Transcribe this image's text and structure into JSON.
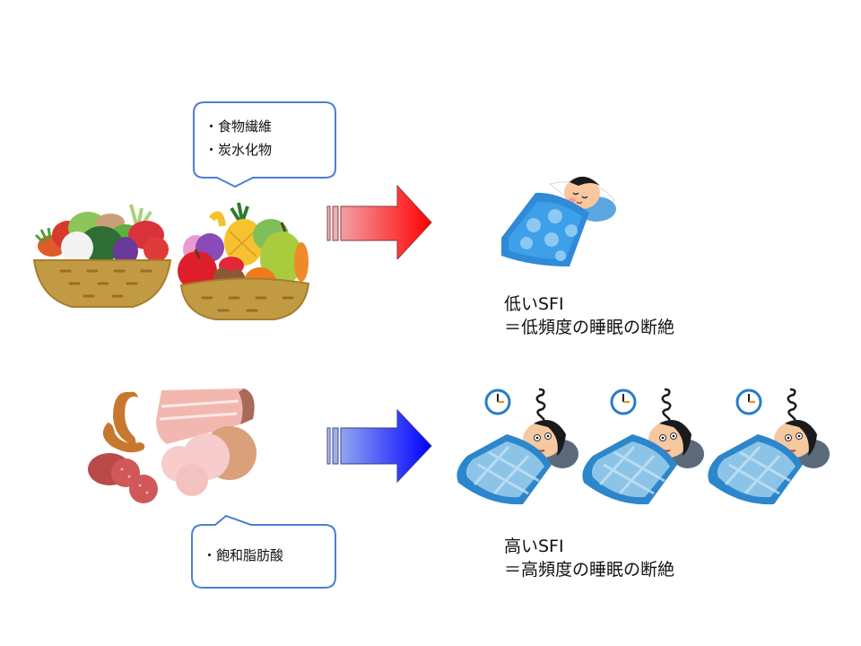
{
  "slide": {
    "background": "#ffffff"
  },
  "top_row": {
    "bubble": {
      "items": [
        "・食物繊維",
        "・炭水化物"
      ],
      "border_color": "#4a7fd6"
    },
    "food_illustration": "vegetable-and-fruit-baskets",
    "arrow": {
      "color_start": "#f2a0a4",
      "color_end": "#ff0000"
    },
    "sleep_illustration": "sleeping-peacefully",
    "caption": {
      "line1": "低いSFI",
      "line2": "＝低頻度の睡眠の断絶"
    }
  },
  "bottom_row": {
    "bubble": {
      "items": [
        "・飽和脂肪酸"
      ],
      "border_color": "#4a7fd6"
    },
    "food_illustration": "processed-meats",
    "arrow": {
      "color_start": "#8fa6f0",
      "color_end": "#0000ff"
    },
    "sleep_illustration": "restless-sleeper-with-clock",
    "sleeper_count": 3,
    "caption": {
      "line1": "高いSFI",
      "line2": "＝高頻度の睡眠の断絶"
    }
  }
}
